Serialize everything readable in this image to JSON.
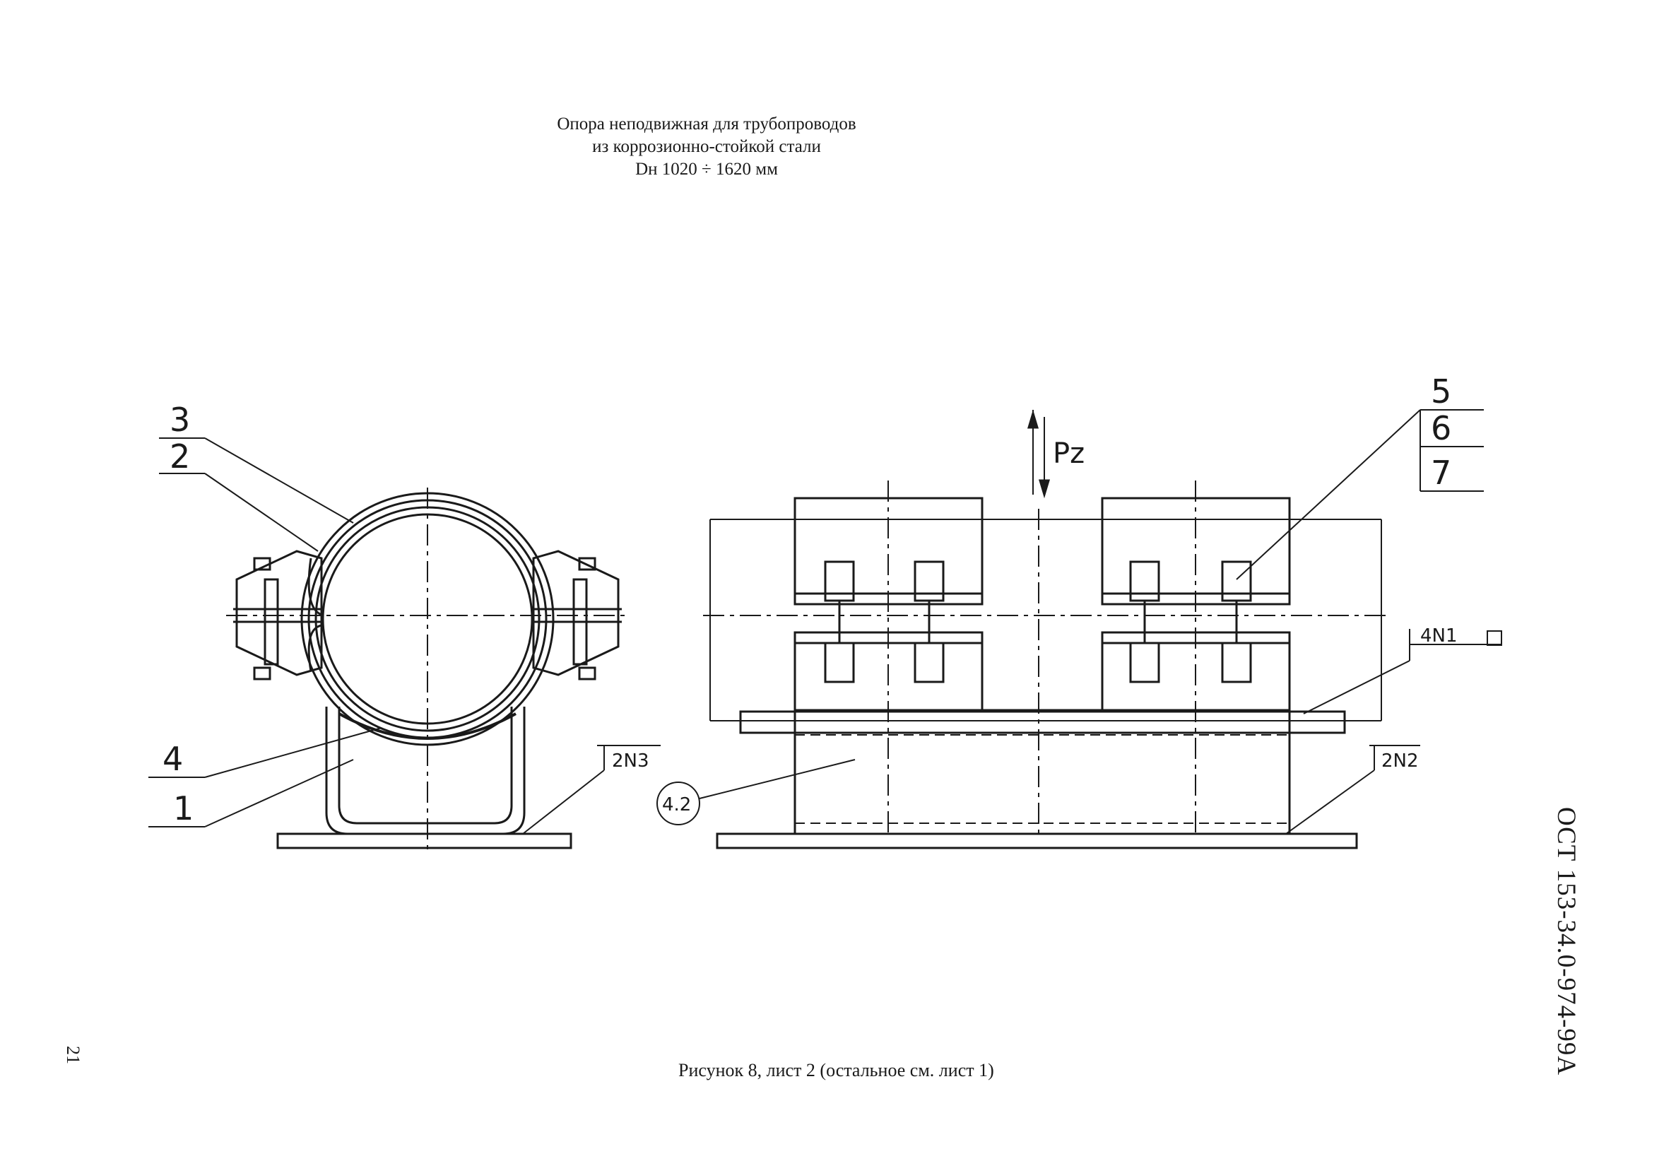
{
  "title": {
    "line1": "Опора неподвижная для трубопроводов",
    "line2": "из коррозионно-стойкой стали",
    "line3": "Dн 1020 ÷ 1620 мм"
  },
  "caption": "Рисунок 8, лист 2 (остальное см. лист 1)",
  "page_number": "21",
  "document_code": "ОСТ 153-34.0-974-99А",
  "drawing": {
    "front_view_labels": {
      "part3": "3",
      "part2": "2",
      "part4": "4",
      "part1": "1",
      "weld": "2N3"
    },
    "side_view_labels": {
      "part5": "5",
      "part6": "6",
      "part7": "7",
      "load": "Pz",
      "weld_top": "4N1",
      "weld_bottom": "2N2",
      "detail_callout": "4.2"
    }
  }
}
